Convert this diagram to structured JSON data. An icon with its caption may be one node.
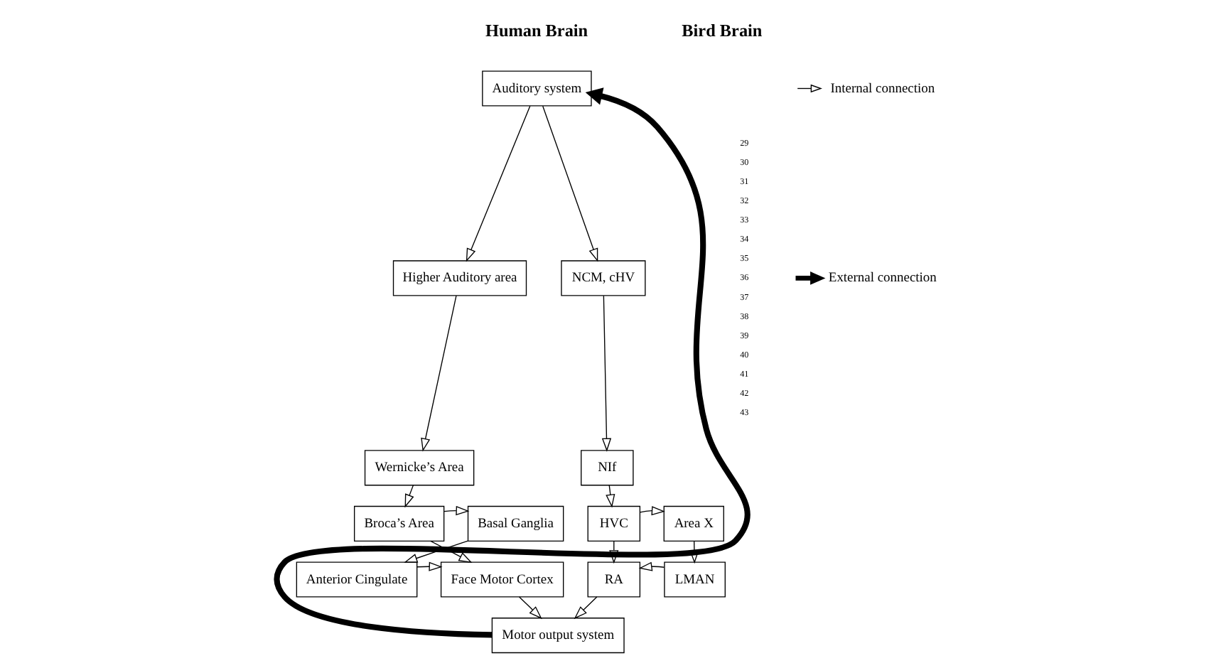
{
  "diagram": {
    "nodes": [
      {
        "text": [
          "Auditory system"
        ]
      },
      {
        "text": [
          "Higher Auditory area"
        ]
      },
      {
        "text": [
          "Wernicke’s Area"
        ]
      },
      {
        "text": [
          "Broca’s Area"
        ]
      },
      {
        "text": [
          "Face Motor Cortex"
        ]
      },
      {
        "text": [
          "Basal Ganglia"
        ]
      },
      {
        "text": [
          "Anterior Cingulate"
        ]
      },
      {
        "text": [
          "NCM, cHV"
        ]
      },
      {
        "text": [
          "NIf"
        ]
      },
      {
        "text": [
          "HVC"
        ]
      },
      {
        "text": [
          "RA"
        ]
      },
      {
        "text": [
          "Area X"
        ]
      },
      {
        "text": [
          "LMAN"
        ]
      },
      {
        "text": [
          "Motor output system"
        ]
      }
    ],
    "edges": [
      {
        "from": 0,
        "to": 1,
        "arrow": "to"
      },
      {
        "from": 1,
        "to": 2,
        "arrow": "to"
      },
      {
        "from": 2,
        "to": 3,
        "arrow": "to"
      },
      {
        "from": 3,
        "to": 5,
        "arrow": "to"
      },
      {
        "from": 5,
        "to": 6,
        "arrow": "to"
      },
      {
        "from": 6,
        "to": 4,
        "arrow": "to"
      },
      {
        "from": 3,
        "to": 4,
        "arrow": "to"
      },
      {
        "from": 4,
        "to": 13,
        "arrow": "to"
      },
      {
        "from": 0,
        "to": 7,
        "arrow": "to"
      },
      {
        "from": 7,
        "to": 8,
        "arrow": "to"
      },
      {
        "from": 8,
        "to": 9,
        "arrow": "to"
      },
      {
        "from": 9,
        "to": 11,
        "arrow": "to"
      },
      {
        "from": 11,
        "to": 12,
        "arrow": "to"
      },
      {
        "from": 12,
        "to": 10,
        "arrow": "to"
      },
      {
        "from": 9,
        "to": 10,
        "arrow": "to"
      },
      {
        "from": 10,
        "to": 13,
        "arrow": "to"
      },
      {
        "from": 13,
        "to": 0,
        "arrow": "to",
        "style": "thick"
      }
    ],
    "labels": [
      "29",
      "30",
      "31",
      "32",
      "33",
      "34",
      "35",
      "36",
      "37",
      "38",
      "39",
      "40",
      "41",
      "42",
      "43",
      "Human Brain",
      "Bird Brain"
    ],
    "legend": [
      {
        "text": "Internal connection"
      },
      {
        "text": "External connection"
      }
    ]
  }
}
